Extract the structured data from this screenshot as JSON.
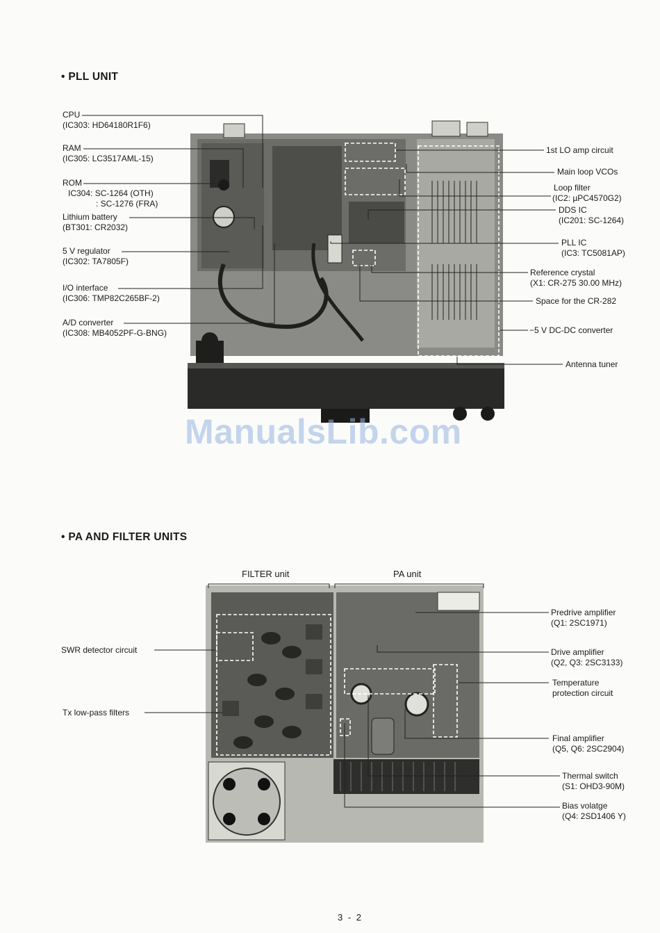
{
  "pll": {
    "title": "• PLL UNIT",
    "left_labels": [
      {
        "name": "CPU",
        "sub": "(IC303: HD64180R1F6)"
      },
      {
        "name": "RAM",
        "sub": "(IC305: LC3517AML-15)"
      },
      {
        "name": "ROM",
        "sub1": "IC304: SC-1264 (OTH)",
        "sub2": ": SC-1276 (FRA)"
      },
      {
        "name": "Lithium battery",
        "sub": "(BT301: CR2032)"
      },
      {
        "name": "5 V regulator",
        "sub": "(IC302: TA7805F)"
      },
      {
        "name": "I/O interface",
        "sub": "(IC306: TMP82C265BF-2)"
      },
      {
        "name": "A/D converter",
        "sub": "(IC308: MB4052PF-G-BNG)"
      }
    ],
    "right_labels": [
      {
        "name": "1st LO amp circuit"
      },
      {
        "name": "Main loop VCOs"
      },
      {
        "name": "Loop filter",
        "sub": "(IC2: µPC4570G2)"
      },
      {
        "name": "DDS IC",
        "sub": "(IC201: SC-1264)"
      },
      {
        "name": "PLL IC",
        "sub": "(IC3: TC5081AP)"
      },
      {
        "name": "Reference crystal",
        "sub": "(X1: CR-275 30.00 MHz)"
      },
      {
        "name": "Space for the CR-282"
      },
      {
        "name": "−5 V DC-DC converter"
      },
      {
        "name": "Antenna tuner"
      }
    ]
  },
  "watermark": "ManualsLib.com",
  "pa": {
    "title": "• PA AND FILTER UNITS",
    "filter_caption": "FILTER unit",
    "pa_caption": "PA unit",
    "left_labels": [
      {
        "name": "SWR detector circuit"
      },
      {
        "name": "Tx low-pass filters"
      }
    ],
    "right_labels": [
      {
        "name": "Predrive amplifier",
        "sub": "(Q1: 2SC1971)"
      },
      {
        "name": "Drive amplifier",
        "sub": "(Q2, Q3: 2SC3133)"
      },
      {
        "name": "Temperature",
        "sub": "protection circuit"
      },
      {
        "name": "Final amplifier",
        "sub": "(Q5, Q6: 2SC2904)"
      },
      {
        "name": "Thermal switch",
        "sub": "(S1: OHD3-90M)"
      },
      {
        "name": "Bias volatge",
        "sub": "(Q4: 2SD1406 Y)"
      }
    ]
  },
  "page_number": "3 - 2"
}
